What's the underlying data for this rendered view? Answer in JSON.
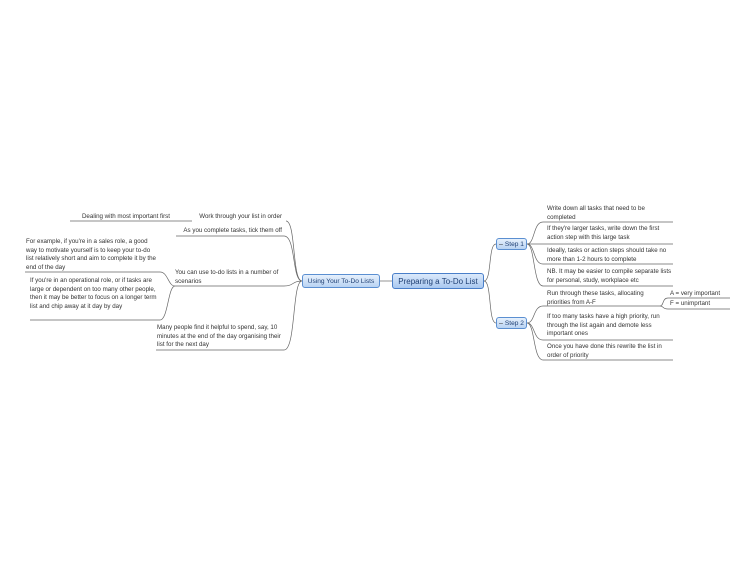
{
  "central": {
    "label": "Preparing a To-Do List"
  },
  "left": {
    "label": "Using Your To-Do Lists",
    "items": [
      {
        "text": "Work through your list in order",
        "children": [
          "Dealing with most important first"
        ]
      },
      {
        "text": "As you complete tasks, tick them off",
        "children": []
      },
      {
        "text": "You can use to-do lists in a number of scenarios",
        "children": [
          "For example, if you're in a sales role, a good way to motivate yourself is to keep your to-do list relatively short and aim to complete it by the end of the day",
          "If you're in an operational role, or if tasks are large or dependent on too many other people, then it may be better to focus on a longer term list and chip away at it day by day"
        ]
      },
      {
        "text": "Many people find it helpful to spend, say, 10 minutes at the end of the day organising their list for the next day",
        "children": []
      }
    ]
  },
  "step1": {
    "label": "Step 1",
    "items": [
      "Write down all tasks that need to be completed",
      "If they're larger tasks, write down the first action step with this large task",
      "Ideally, tasks or action steps should take no more than 1-2 hours to complete",
      "NB. It may be easier to compile separate lists for personal, study, workplace etc"
    ]
  },
  "step2": {
    "label": "Step 2",
    "items": [
      {
        "text": "Run through these tasks, allocating priorities from A-F",
        "children": [
          "A = very important",
          "F = unimprtant"
        ]
      },
      {
        "text": "If too many tasks have a high priority, run through the list again and demote less important ones",
        "children": []
      },
      {
        "text": "Once you have done this rewrite the list in order of priority",
        "children": []
      }
    ]
  },
  "colors": {
    "topic_border": "#5b8fd1",
    "topic_fill": "#b9d3f3",
    "line": "#555555"
  }
}
